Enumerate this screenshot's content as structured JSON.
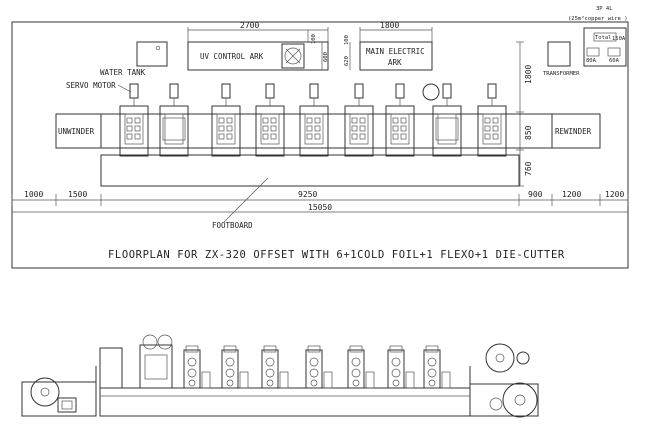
{
  "floorplan": {
    "title": "FLOORPLAN FOR ZX-320 OFFSET WITH 6+1COLD FOIL+1 FLEXO+1 DIE-CUTTER",
    "power_note_line1": "3P 4L",
    "power_note_line2": "(25m²copper wire )",
    "labels": {
      "uv_control_ark": "UV CONTROL ARK",
      "main_electric_ark_1": "MAIN ELECTRIC",
      "main_electric_ark_2": "ARK",
      "water_tank": "WATER TANK",
      "servo_motor": "SERVO MOTOR",
      "unwinder": "UNWINDER",
      "rewinder": "REWINDER",
      "transformer": "TRANSFORMER",
      "footboard": "FOOTBOARD"
    },
    "panel": {
      "label1": "Total",
      "label2": "150A",
      "breaker1": "80A",
      "breaker2": "60A"
    },
    "dimensions": {
      "top_width": "2700",
      "ark_depth_a": "100",
      "ark_depth_b": "600",
      "main_ark_width": "1800",
      "main_ark_depth_a": "100",
      "main_ark_depth_b": "620",
      "right_vertical_top": "1800",
      "right_vertical_mid": "850",
      "right_vertical_low": "760",
      "seg_1000": "1000",
      "seg_1500": "1500",
      "seg_9250": "9250",
      "seg_900": "900",
      "seg_1200a": "1200",
      "seg_1200b": "1200",
      "total": "15050"
    }
  }
}
